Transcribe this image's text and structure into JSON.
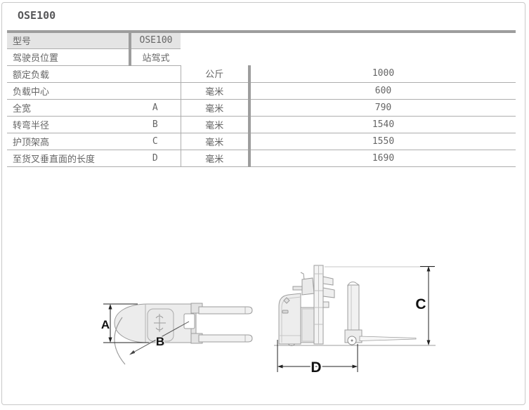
{
  "page": {
    "title": "OSE100"
  },
  "table": {
    "rows": [
      {
        "label": "型号",
        "letter": "",
        "unit": "",
        "value": "OSE100"
      },
      {
        "label": "驾驶员位置",
        "letter": "",
        "unit": "",
        "value": "站驾式"
      },
      {
        "label": "额定负载",
        "letter": "",
        "unit": "公斤",
        "value": "1000"
      },
      {
        "label": "负载中心",
        "letter": "",
        "unit": "毫米",
        "value": "600"
      },
      {
        "label": "全宽",
        "letter": "A",
        "unit": "毫米",
        "value": "790"
      },
      {
        "label": "转弯半径",
        "letter": "B",
        "unit": "毫米",
        "value": "1540"
      },
      {
        "label": "护顶架高",
        "letter": "C",
        "unit": "毫米",
        "value": "1550"
      },
      {
        "label": "至货叉垂直面的长度",
        "letter": "D",
        "unit": "毫米",
        "value": "1690"
      }
    ]
  },
  "diagram": {
    "top_view": {
      "label_a": "A",
      "label_b": "B"
    },
    "side_view": {
      "label_c": "C",
      "label_d": "D"
    }
  },
  "colors": {
    "table_thick_border": "#9d9d9d",
    "table_thin_border": "#adadad",
    "header_row_bg": "#e4e4e4",
    "text_gray": "#666666",
    "drawing_line": "#9c9c9c",
    "drawing_fill": "#ececec",
    "dimension_ink": "#1a1a1a",
    "page_border": "#c9c9c9"
  }
}
